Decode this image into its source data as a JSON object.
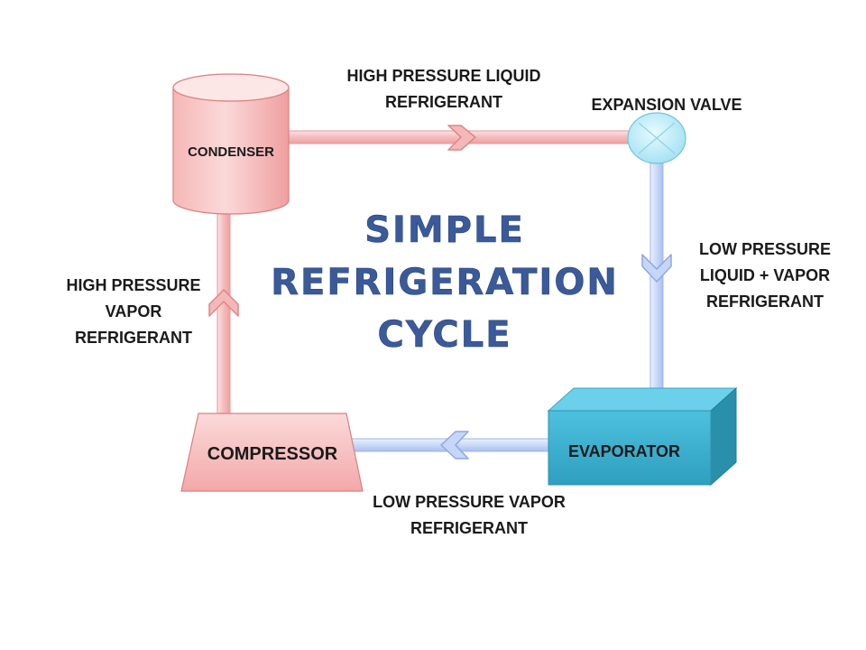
{
  "title": {
    "line1": "SIMPLE",
    "line2": "REFRIGERATION",
    "line3": "CYCLE"
  },
  "components": {
    "condenser": "CONDENSER",
    "expansion_valve": "EXPANSION VALVE",
    "evaporator": "EVAPORATOR",
    "compressor": "COMPRESSOR"
  },
  "flow_labels": {
    "top": [
      "HIGH PRESSURE LIQUID",
      "REFRIGERANT"
    ],
    "right": [
      "LOW PRESSURE",
      "LIQUID + VAPOR",
      "REFRIGERANT"
    ],
    "bottom": [
      "LOW PRESSURE VAPOR",
      "REFRIGERANT"
    ],
    "left": [
      "HIGH PRESSURE",
      "VAPOR",
      "REFRIGERANT"
    ]
  },
  "colors": {
    "hot_fill": "#f9d2d2",
    "hot_stroke": "#e08585",
    "cold_fill": "#d6e3fb",
    "cold_stroke": "#93ade8",
    "evaporator_front": "#3fb7d6",
    "evaporator_top": "#6dd0ea",
    "evaporator_side": "#2a8fab",
    "title": "#3b5a9a"
  }
}
